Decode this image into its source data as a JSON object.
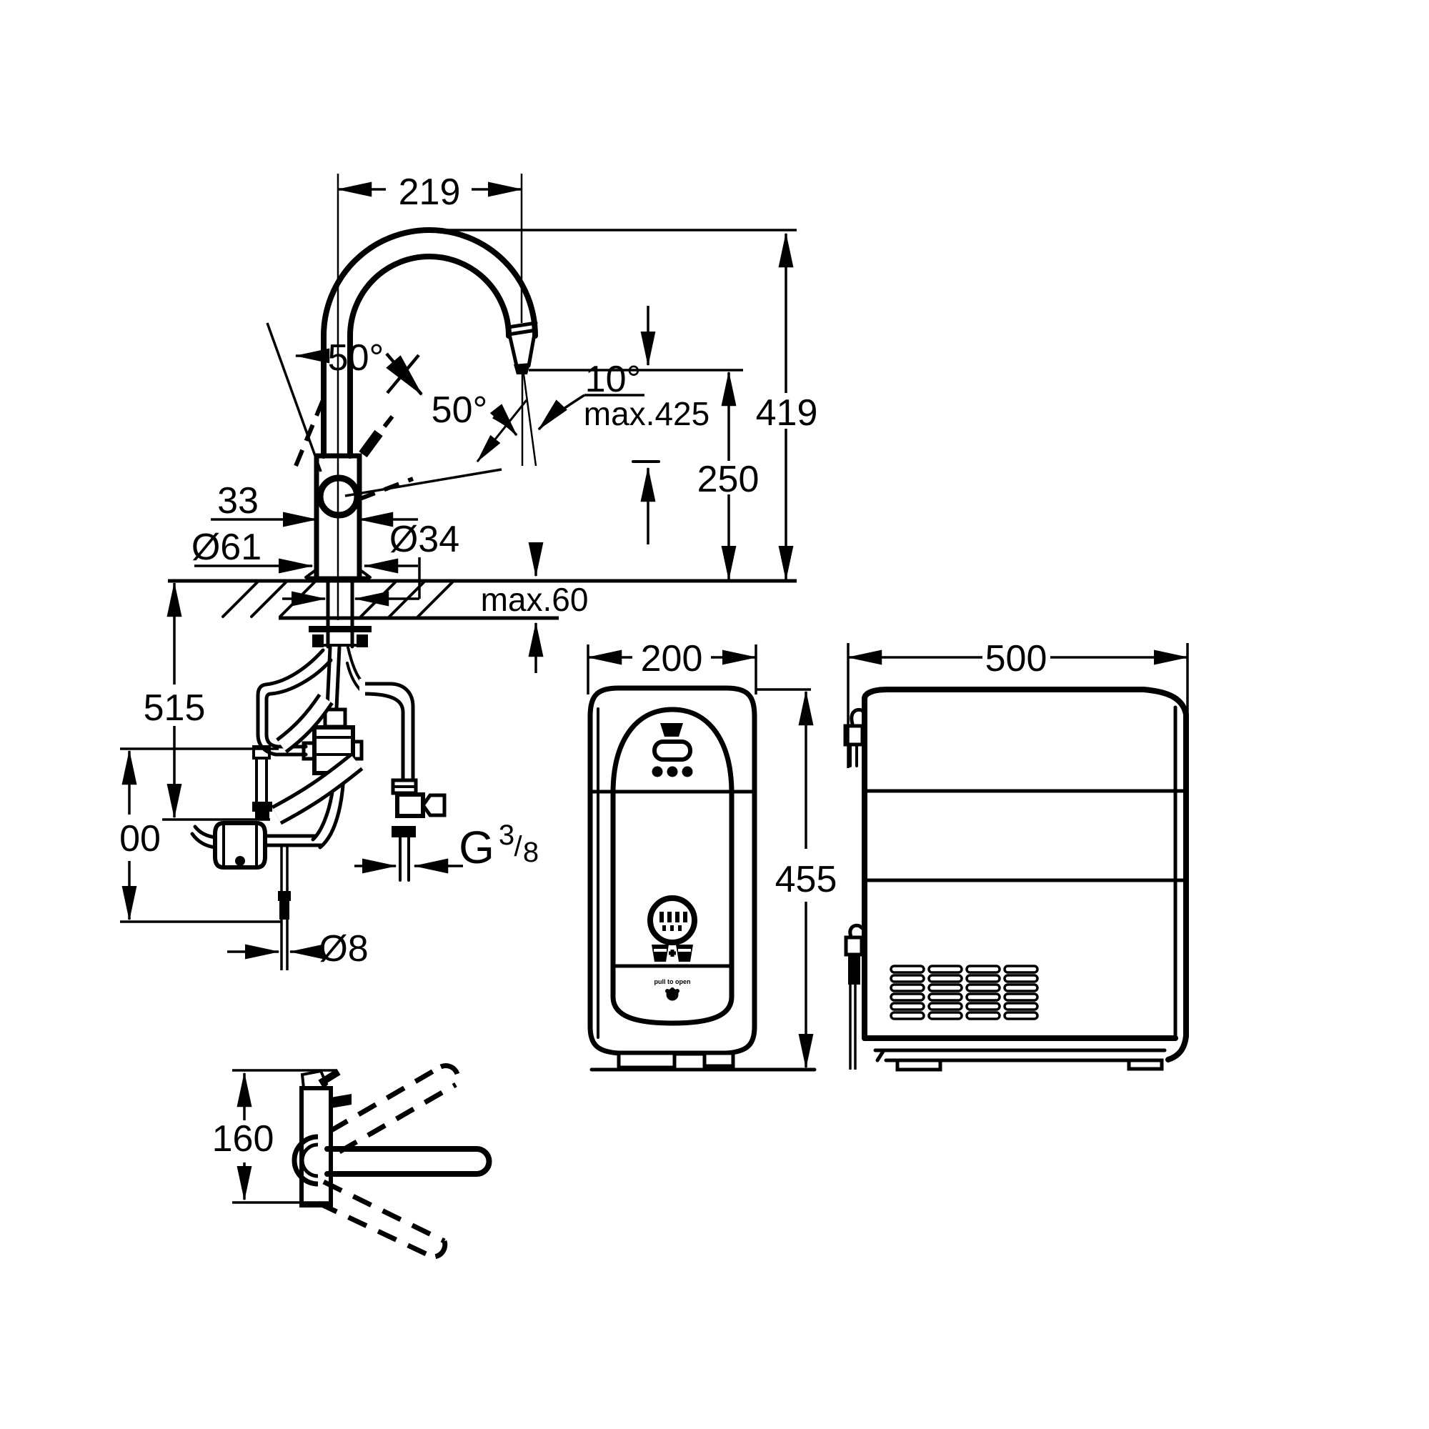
{
  "colors": {
    "line": "#000000",
    "background": "#ffffff"
  },
  "views": {
    "faucet_side": {
      "dims": {
        "spout_reach": "219",
        "swivel_left": "50°",
        "swivel_right": "50°",
        "outlet_tilt": "10°",
        "max_pullout_height": "max.425",
        "spout_height": "419",
        "outlet_height": "250",
        "body_width": "33",
        "base_diameter": "Ø61",
        "shank_diameter": "Ø34",
        "max_deck_thickness": "max.60",
        "below_deck_clearance": "515",
        "hose_clearance": "00",
        "hose_diameter": "Ø8",
        "thread_g": "G",
        "thread_numerator": "3",
        "thread_slash": "/",
        "thread_denominator": "8"
      }
    },
    "faucet_top": {
      "dims": {
        "depth": "160"
      }
    },
    "chiller_front": {
      "dims": {
        "width": "200",
        "height": "455"
      },
      "labels": {
        "flap": "pull to open"
      }
    },
    "chiller_side": {
      "dims": {
        "width": "500"
      }
    }
  }
}
